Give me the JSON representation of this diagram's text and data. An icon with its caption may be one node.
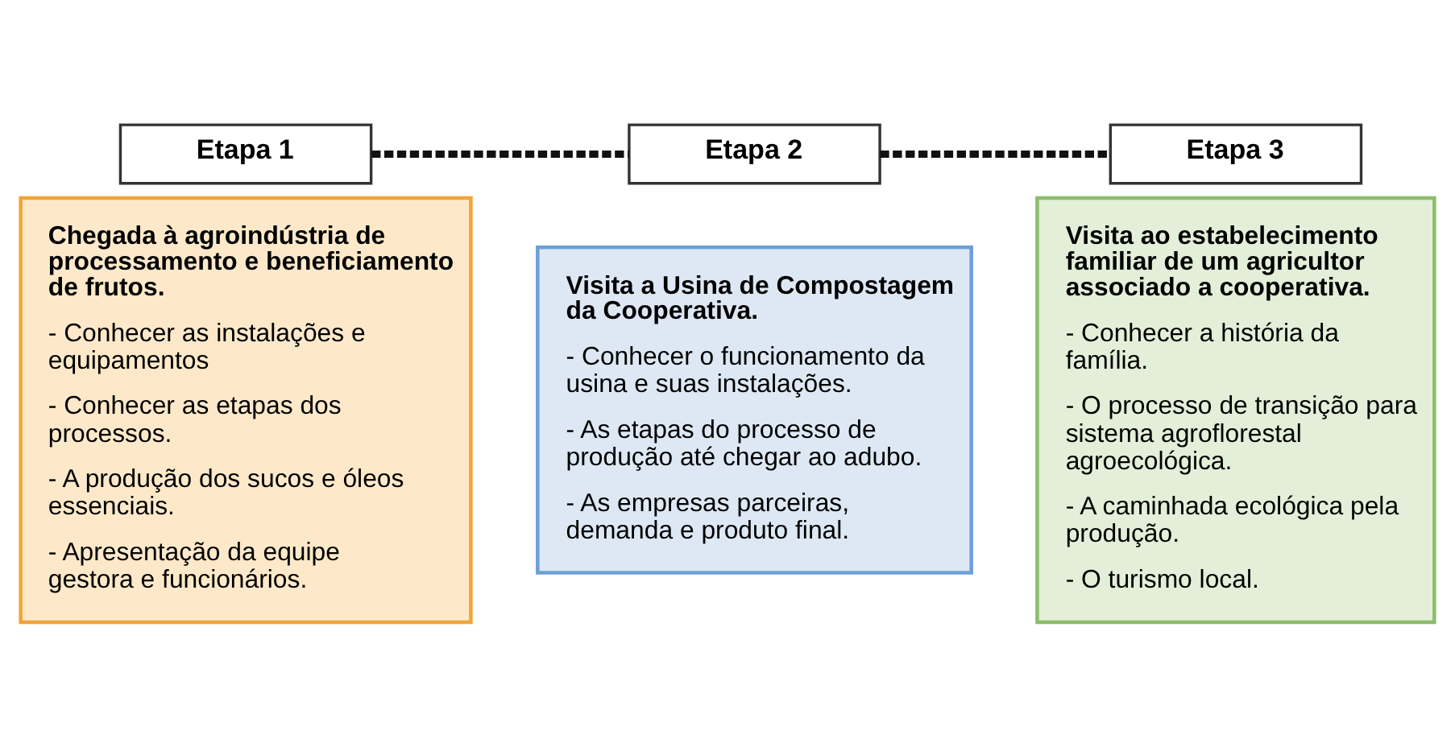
{
  "diagram": {
    "nodes": [
      {
        "text": [
          "Etapa 1"
        ]
      },
      {
        "text": [
          "Chegada à agroindústria de processamento e beneficiamento de frutos.",
          "- Conhecer as instalações e equipamentos",
          "- Conhecer as etapas dos processos.",
          "- A produção dos sucos e óleos essenciais.",
          "- Apresentação da equipe gestora e funcionários."
        ]
      },
      {
        "text": [
          "Etapa 2"
        ]
      },
      {
        "text": [
          "Visita a Usina de Compostagem da Cooperativa.",
          "- Conhecer o funcionamento da usina e suas instalações.",
          "- As etapas do processo de produção até chegar ao adubo.",
          "- As empresas parceiras, demanda e produto final."
        ]
      },
      {
        "text": [
          "Etapa 3"
        ]
      },
      {
        "text": [
          "Visita ao estabelecimento familiar de um agricultor associado a cooperativa.",
          "- Conhecer a história da família.",
          "- O processo de transição para sistema agroflorestal agroecológica.",
          "- A caminhada ecológica pela produção.",
          "- O turismo local."
        ]
      }
    ],
    "edges": [
      {
        "from": 0,
        "to": 2,
        "arrow": "none",
        "style": "dashed"
      },
      {
        "from": 2,
        "to": 4,
        "arrow": "none",
        "style": "dashed"
      }
    ]
  }
}
